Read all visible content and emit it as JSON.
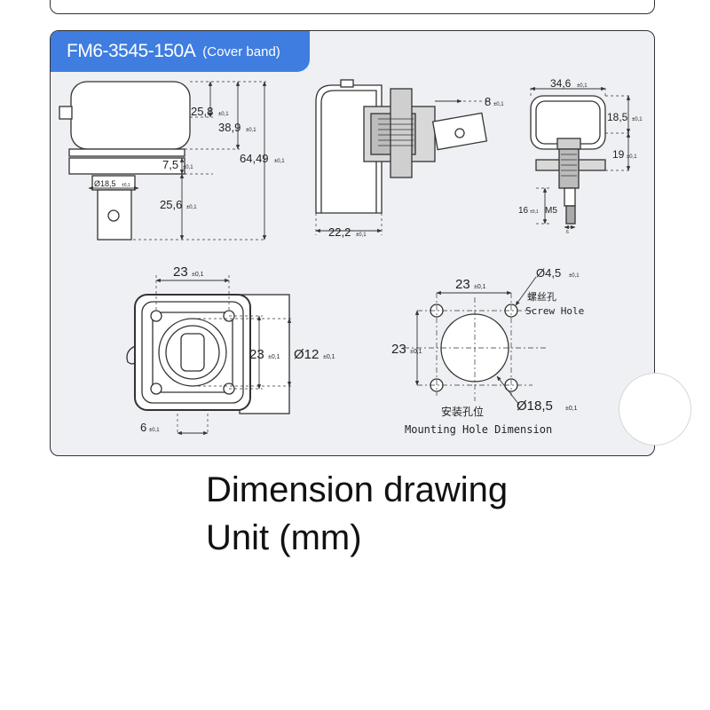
{
  "header": {
    "model_code": "FM6-3545-150A",
    "variant": "(Cover band)"
  },
  "side_view": {
    "dims": {
      "h1": "25,8",
      "h2": "38,9",
      "h3": "7,5",
      "total": "64,49",
      "dia": "Ø18,5",
      "shaft": "25,6"
    }
  },
  "front_section": {
    "dims": {
      "hole": "8",
      "width": "22,2"
    }
  },
  "right_section": {
    "dims": {
      "width": "34,6",
      "h1": "18,5",
      "h2": "19",
      "depth": "16",
      "thread": "M5",
      "pin": "6"
    }
  },
  "bottom_view": {
    "dims": {
      "width": "23",
      "height": "23",
      "dia": "Ø12",
      "offset": "6"
    }
  },
  "mounting_hole": {
    "dims": {
      "width": "23",
      "height": "23",
      "hole_dia": "Ø4,5",
      "center_dia": "Ø18,5"
    },
    "labels": {
      "screw_cn": "螺丝孔",
      "screw_en": "Screw Hole",
      "title_cn": "安装孔位",
      "title_en": "Mounting Hole Dimension"
    }
  },
  "tolerance": "±0,1",
  "caption": {
    "line1": "Dimension drawing",
    "line2": "Unit (mm)"
  },
  "colors": {
    "accent": "#3f7de0",
    "panel": "#eef0f3",
    "line": "#333333"
  }
}
